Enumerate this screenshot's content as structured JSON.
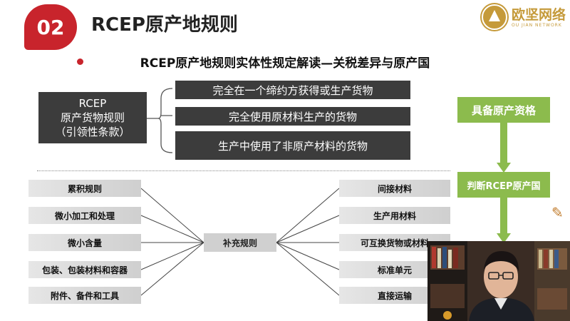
{
  "slide": {
    "badge_number": "02",
    "title": "RCEP原产地规则",
    "subtitle": "RCEP原产地规则实体性规定解读—关税差异与原产国"
  },
  "logo": {
    "name_cn": "欧坚网络",
    "name_en": "OU JIAN NETWORK",
    "color": "#c59a3a"
  },
  "rule_box": {
    "line1": "RCEP",
    "line2": "原产货物规则",
    "line3": "（引领性条款）"
  },
  "criteria": [
    "完全在一个缔约方获得或生产货物",
    "完全使用原材料生产的货物",
    "生产中使用了非原产材料的货物"
  ],
  "flow": {
    "step1": "具备原产资格",
    "step2": "判断RCEP原产国"
  },
  "supplementary": {
    "center": "补充规则",
    "left_items": [
      "累积规则",
      "微小加工和处理",
      "微小含量",
      "包装、包装材料和容器",
      "附件、备件和工具"
    ],
    "right_items": [
      "间接材料",
      "生产用材料",
      "可互换货物或材料",
      "标准单元",
      "直接运输"
    ]
  },
  "colors": {
    "accent_red": "#c8242c",
    "dark_box": "#3c3c3c",
    "green": "#8cbb4d"
  }
}
